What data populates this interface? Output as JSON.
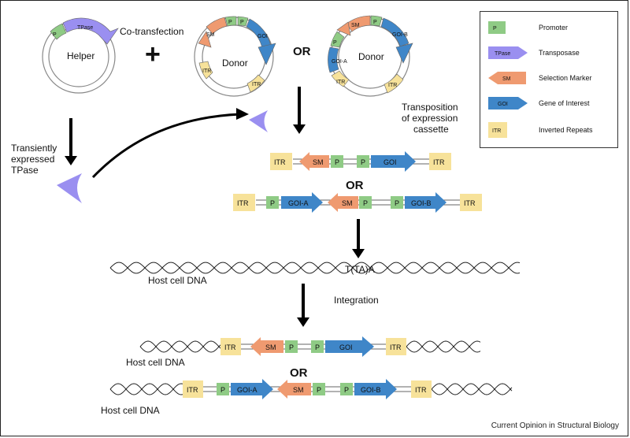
{
  "labels": {
    "helper": "Helper",
    "donor": "Donor",
    "donor2": "Donor",
    "co_transfection": "Co-transfection",
    "or1": "OR",
    "or2": "OR",
    "or3": "OR",
    "transposition": [
      "Transposition",
      "of expression",
      "cassette"
    ],
    "transient": [
      "Transiently",
      "expressed",
      "TPase"
    ],
    "ttaa": "T(TA)A",
    "integration": "Integration",
    "host1": "Host cell DNA",
    "host2": "Host cell DNA",
    "host3": "Host cell DNA",
    "caption": "Current Opinion in Structural Biology"
  },
  "elements": {
    "itr": "ITR",
    "p": "P",
    "sm": "SM",
    "goi": "GOI",
    "goi_a": "GOI-A",
    "goi_b": "GOI-B",
    "tpase": "TPase"
  },
  "legend": [
    {
      "symbol": "P",
      "text": "Promoter",
      "color": "#8fcb85"
    },
    {
      "symbol": "TPase",
      "text": "Transposase",
      "color": "#9a8ff0"
    },
    {
      "symbol": "SM",
      "text": "Selection Marker",
      "color": "#ef9a70"
    },
    {
      "symbol": "GOI",
      "text": "Gene of Interest",
      "color": "#3f86c8"
    },
    {
      "symbol": "ITR",
      "text": "Inverted Repeats",
      "color": "#f7e29a"
    }
  ],
  "colors": {
    "promoter": "#8fcb85",
    "tpase": "#9a8ff0",
    "sm": "#ef9a70",
    "goi": "#3f86c8",
    "itr": "#f7e29a"
  }
}
